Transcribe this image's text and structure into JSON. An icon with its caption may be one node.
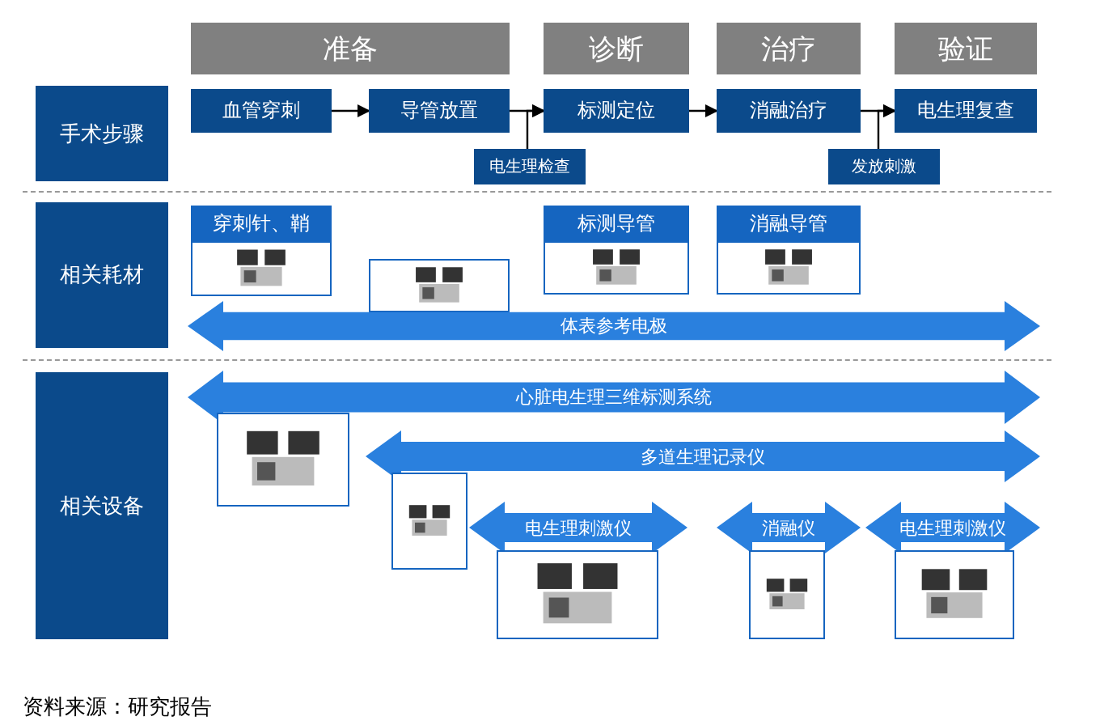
{
  "diagram": {
    "caption": "资料来源：研究报告",
    "nodes": [
      {
        "text": [
          "准备"
        ]
      },
      {
        "text": [
          "诊断"
        ]
      },
      {
        "text": [
          "治疗"
        ]
      },
      {
        "text": [
          "验证"
        ]
      },
      {
        "text": [
          "手术步骤"
        ]
      },
      {
        "text": [
          "相关耗材"
        ]
      },
      {
        "text": [
          "相关设备"
        ]
      },
      {
        "text": [
          "血管穿刺"
        ]
      },
      {
        "text": [
          "导管放置"
        ]
      },
      {
        "text": [
          "标测定位"
        ]
      },
      {
        "text": [
          "消融治疗"
        ]
      },
      {
        "text": [
          "电生理复查"
        ]
      },
      {
        "text": [
          "电生理检查"
        ]
      },
      {
        "text": [
          "发放刺激"
        ]
      },
      {
        "text": [
          "穿刺针、鞘"
        ]
      },
      {
        "text": [],
        "shape": "picture"
      },
      {
        "text": [
          "标测导管"
        ]
      },
      {
        "text": [
          "消融导管"
        ]
      },
      {
        "text": [
          "体表参考电极"
        ]
      },
      {
        "text": [
          "心脏电生理三维标测系统"
        ]
      },
      {
        "text": [],
        "shape": "picture"
      },
      {
        "text": [
          "多道生理记录仪"
        ]
      },
      {
        "text": [],
        "shape": "picture"
      },
      {
        "text": [
          "电生理刺激仪"
        ]
      },
      {
        "text": [
          "消融仪"
        ]
      },
      {
        "text": [
          "电生理刺激仪"
        ]
      },
      {
        "text": [],
        "shape": "picture"
      },
      {
        "text": [],
        "shape": "picture"
      },
      {
        "text": [],
        "shape": "picture"
      }
    ],
    "edges": [
      {
        "from": 7,
        "to": 8,
        "arrow": "to"
      },
      {
        "from": 8,
        "to": 9,
        "arrow": "to"
      },
      {
        "from": 12,
        "to": 9,
        "arrow": "to"
      },
      {
        "from": 9,
        "to": 10,
        "arrow": "to"
      },
      {
        "from": 10,
        "to": 11,
        "arrow": "to"
      },
      {
        "from": 13,
        "to": 11,
        "arrow": "to"
      }
    ]
  }
}
